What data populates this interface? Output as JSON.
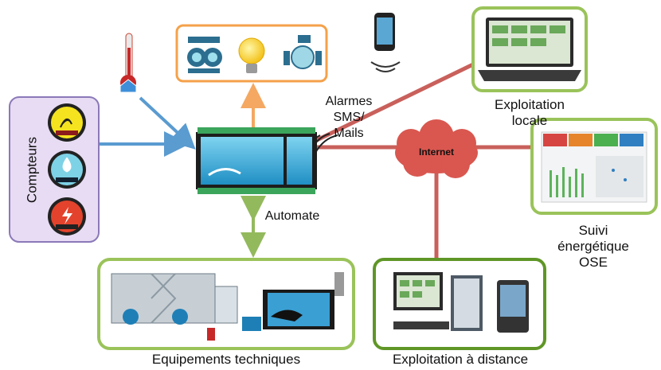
{
  "labels": {
    "compteurs": "Compteurs",
    "alarmes_line1": "Alarmes",
    "alarmes_line2": "SMS/",
    "alarmes_line3": "Mails",
    "exploitation_locale_line1": "Exploitation",
    "exploitation_locale_line2": "locale",
    "internet": "Internet",
    "automate": "Automate",
    "suivi_line1": "Suivi",
    "suivi_line2": "énergétique",
    "suivi_line3": "OSE",
    "equipements": "Equipements techniques",
    "exploitation_distance": "Exploitation à distance"
  },
  "colors": {
    "arrow_blue": "#5a9bd0",
    "arrow_orange": "#f4a862",
    "arrow_green": "#93b95d",
    "line_red": "#c9605b",
    "box_orange": "#f5a14a",
    "box_green": "#9ac35a",
    "box_dark_green": "#5f9626",
    "compteurs_fill": "#e7dcf3",
    "compteurs_border": "#8b79b8",
    "internet_cloud": "#d9574f"
  },
  "icons": [
    "thermometer-icon",
    "pump-icon",
    "light-bulb-icon",
    "valve-icon",
    "smartphone-icon",
    "laptop-icon",
    "dashboard-screen-icon",
    "desktop-computer-icon",
    "tablet-icon",
    "air-handler-icon",
    "boiler-icon",
    "gas-meter-icon",
    "water-meter-icon",
    "electric-meter-icon",
    "plc-automate-icon"
  ]
}
